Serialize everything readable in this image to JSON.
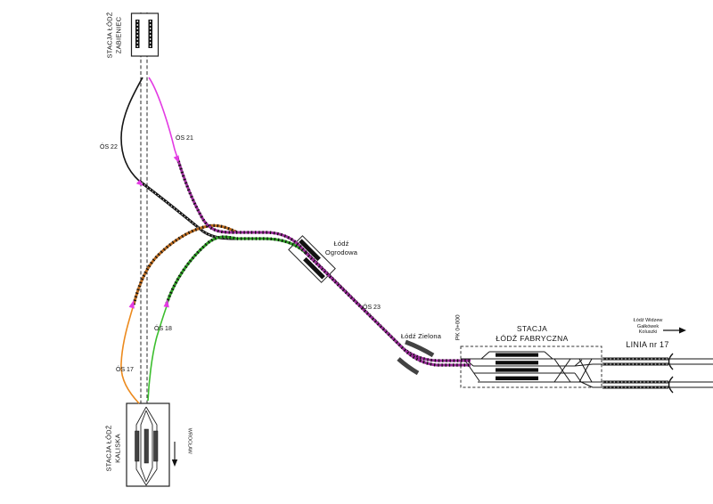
{
  "stations": {
    "zabieniec": {
      "name_line1": "STACJA ŁÓDŹ",
      "name_line2": "ZABIENIEC"
    },
    "kaliska": {
      "name_line1": "STACJA ŁÓDŹ",
      "name_line2": "KALISKA",
      "direction": "WROCŁAW"
    },
    "ogrodowa": {
      "name_line1": "Łódź",
      "name_line2": "Ogrodowa"
    },
    "zielona": {
      "name": "Łódź Zielona"
    },
    "fabryczna": {
      "name_line1": "STACJA",
      "name_line2": "ŁÓDŹ FABRYCZNA",
      "chainage": "PK 0+000"
    }
  },
  "segments": {
    "os17": {
      "label": "ÓS 17"
    },
    "os18": {
      "label": "ÓS 18"
    },
    "os21": {
      "label": "ÓS 21"
    },
    "os22": {
      "label": "ÓS 22"
    },
    "os23": {
      "label": "ÓS 23"
    }
  },
  "line17": {
    "label": "LINIA nr 17",
    "destination1": "Łódź Widzew",
    "destination2": "Gałkówek",
    "destination3": "Koluszki"
  },
  "colors": {
    "magenta": "#E33BE3",
    "purple": "#9B2D9B",
    "orange": "#EC8A1E",
    "brown": "#BA6A1E",
    "green": "#3CBE2E",
    "green_dark": "#2F9E26",
    "black": "#161616",
    "platform": "#424242"
  }
}
